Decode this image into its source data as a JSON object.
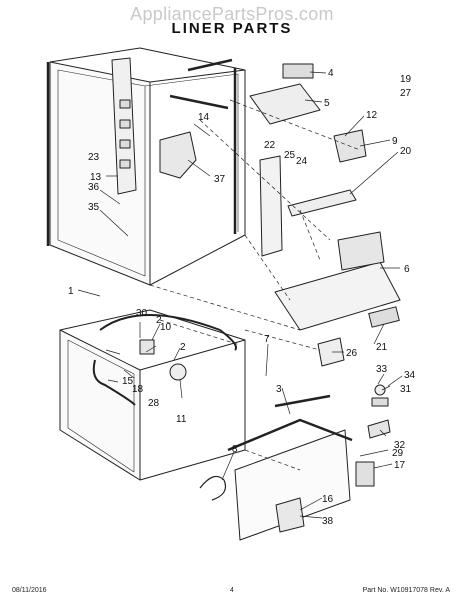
{
  "watermark": "AppliancePartsPros.com",
  "title": "LINER PARTS",
  "callouts": [
    {
      "id": "c1",
      "label": "1"
    },
    {
      "id": "c2a",
      "label": "2"
    },
    {
      "id": "c2b",
      "label": "2"
    },
    {
      "id": "c3",
      "label": "3"
    },
    {
      "id": "c4",
      "label": "4"
    },
    {
      "id": "c5",
      "label": "5"
    },
    {
      "id": "c6",
      "label": "6"
    },
    {
      "id": "c7",
      "label": "7"
    },
    {
      "id": "c8",
      "label": "8"
    },
    {
      "id": "c9",
      "label": "9"
    },
    {
      "id": "c10",
      "label": "10"
    },
    {
      "id": "c11",
      "label": "11"
    },
    {
      "id": "c12",
      "label": "12"
    },
    {
      "id": "c13",
      "label": "13"
    },
    {
      "id": "c14",
      "label": "14"
    },
    {
      "id": "c15",
      "label": "15"
    },
    {
      "id": "c16",
      "label": "16"
    },
    {
      "id": "c17",
      "label": "17"
    },
    {
      "id": "c18",
      "label": "18"
    },
    {
      "id": "c19",
      "label": "19"
    },
    {
      "id": "c20",
      "label": "20"
    },
    {
      "id": "c21",
      "label": "21"
    },
    {
      "id": "c22",
      "label": "22"
    },
    {
      "id": "c23",
      "label": "23"
    },
    {
      "id": "c24",
      "label": "24"
    },
    {
      "id": "c25",
      "label": "25"
    },
    {
      "id": "c26",
      "label": "26"
    },
    {
      "id": "c27",
      "label": "27"
    },
    {
      "id": "c28",
      "label": "28"
    },
    {
      "id": "c29",
      "label": "29"
    },
    {
      "id": "c30",
      "label": "30"
    },
    {
      "id": "c31",
      "label": "31"
    },
    {
      "id": "c32",
      "label": "32"
    },
    {
      "id": "c33",
      "label": "33"
    },
    {
      "id": "c34",
      "label": "34"
    },
    {
      "id": "c35",
      "label": "35"
    },
    {
      "id": "c36",
      "label": "36"
    },
    {
      "id": "c37",
      "label": "37"
    },
    {
      "id": "c38",
      "label": "38"
    }
  ],
  "footer": {
    "date": "08/11/2016",
    "page": "4",
    "part_no": "Part No. W10917078  Rev. A"
  }
}
